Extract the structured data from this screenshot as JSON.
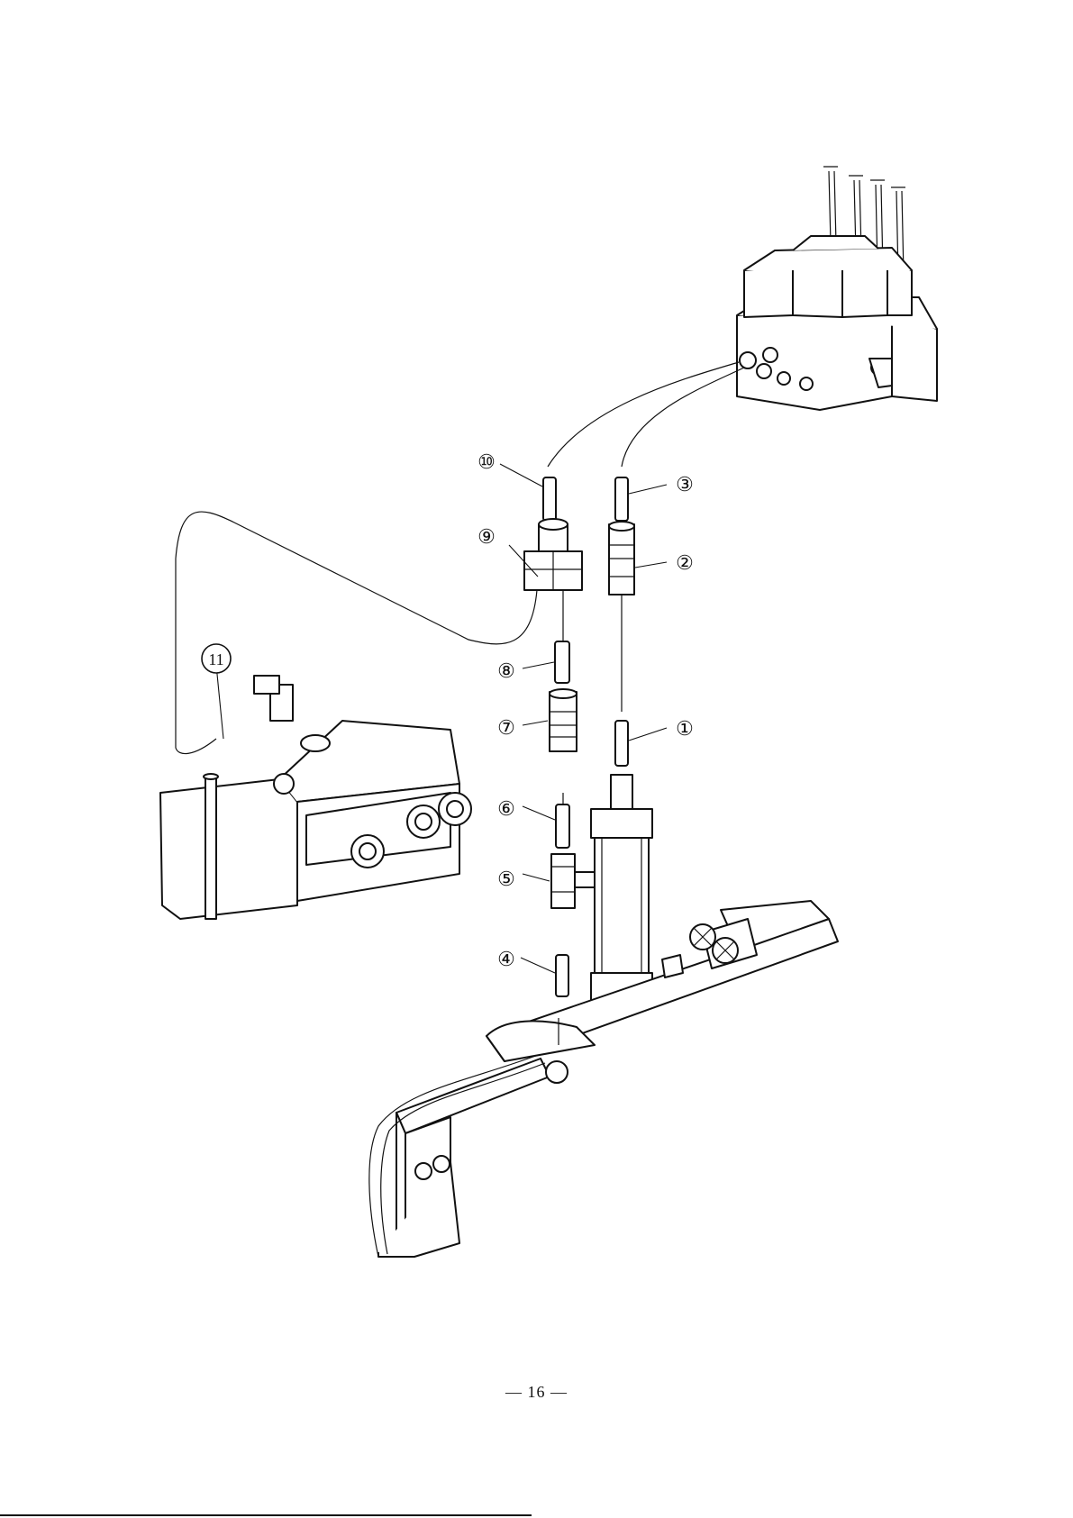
{
  "page": {
    "number_text": "— 16 —"
  },
  "callouts": [
    "①",
    "②",
    "③",
    "④",
    "⑤",
    "⑥",
    "⑦",
    "⑧",
    "⑨",
    "⑩",
    "11"
  ]
}
